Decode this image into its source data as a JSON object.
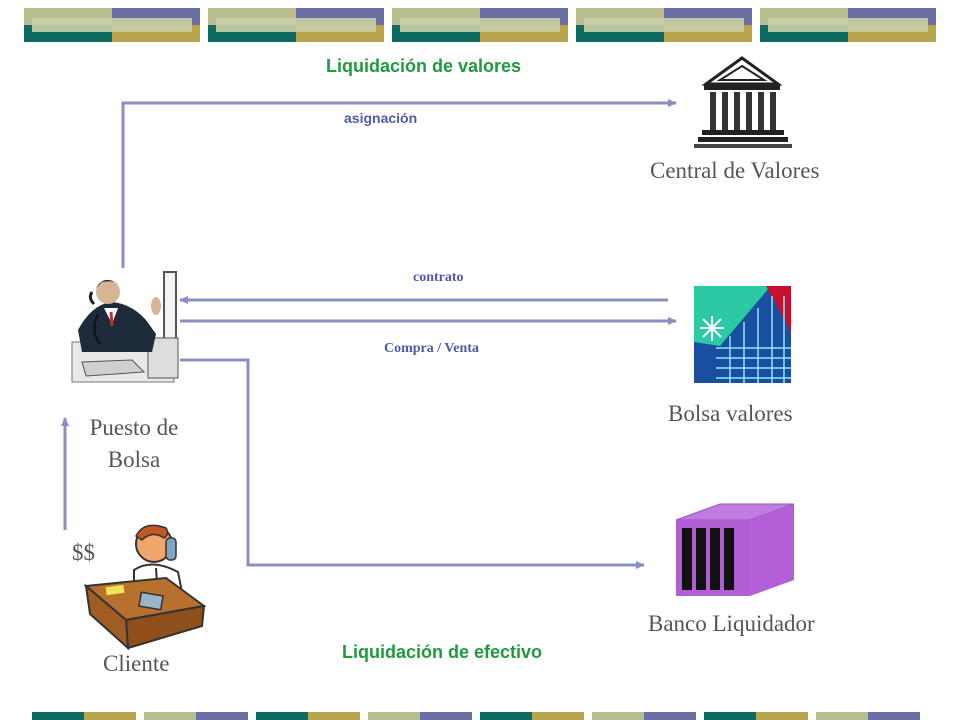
{
  "header": {
    "title_top": "Liquidación de valores",
    "title_bottom": "Liquidación de efectivo"
  },
  "nodes": {
    "central": "Central de Valores",
    "bolsa": "Bolsa valores",
    "banco": "Banco Liquidador",
    "puesto_line1": "Puesto de",
    "puesto_line2": "Bolsa",
    "cliente": "Cliente"
  },
  "edges": {
    "asignacion": "asignación",
    "contrato": "contrato",
    "compra_venta": "Compra / Venta",
    "money": "$$"
  },
  "colors": {
    "arrow": "#8a8fc0",
    "title_green": "#1f9a3c",
    "label_blue": "#4f5aa8",
    "band_teal": "#0e6b63",
    "band_olive": "#b9bf8f",
    "band_purple": "#6b6fa6",
    "band_gold": "#b9a44e"
  }
}
